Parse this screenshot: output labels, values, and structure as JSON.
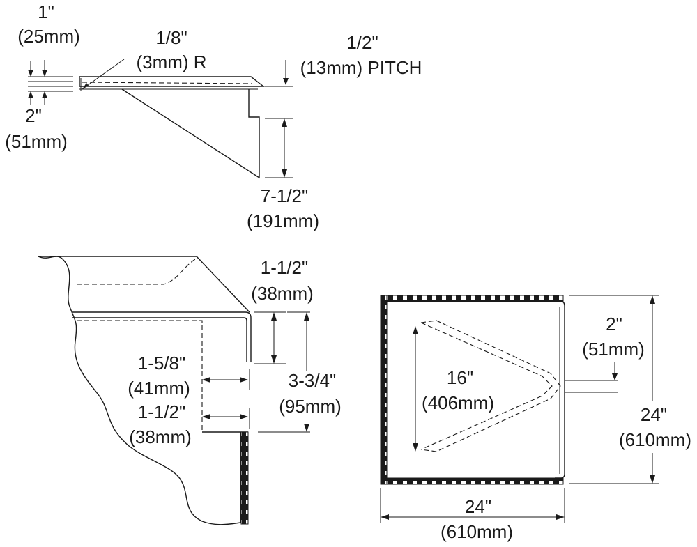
{
  "top_view": {
    "dim_1in": [
      "1\"",
      "(25mm)"
    ],
    "dim_radius": [
      "1/8\"",
      "(3mm) R"
    ],
    "dim_pitch": [
      "1/2\"",
      "(13mm) PITCH"
    ],
    "dim_2in": [
      "2\"",
      "(51mm)"
    ],
    "dim_height": [
      "7-1/2\"",
      "(191mm)"
    ]
  },
  "side_view": {
    "dim_lip": [
      "1-1/2\"",
      "(38mm)"
    ],
    "dim_depth": [
      "1-5/8\"",
      "(41mm)"
    ],
    "dim_gap": [
      "1-1/2\"",
      "(38mm)"
    ],
    "dim_drop": [
      "3-3/4\"",
      "(95mm)"
    ]
  },
  "plan_view": {
    "dim_basin": [
      "16\"",
      "(406mm)"
    ],
    "dim_drain": [
      "2\"",
      "(51mm)"
    ],
    "dim_side": [
      "24\"",
      "(610mm)"
    ],
    "dim_width": [
      "24\"",
      "(610mm)"
    ]
  }
}
